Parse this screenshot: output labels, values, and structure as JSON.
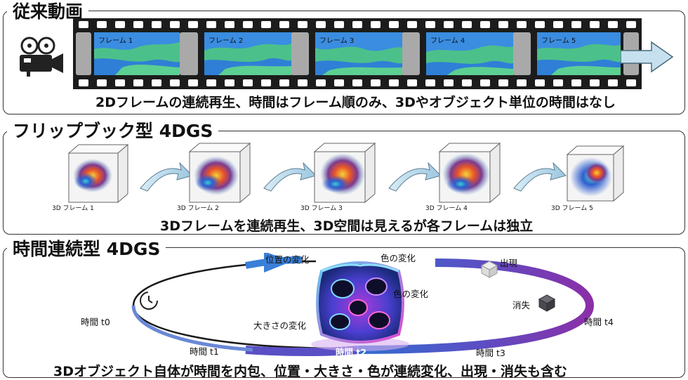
{
  "panels": {
    "traditional": {
      "title": "従来動画",
      "frames": [
        "フレーム 1",
        "フレーム 2",
        "フレーム 3",
        "フレーム 4",
        "フレーム 5"
      ],
      "caption": "2Dフレームの連続再生、時間はフレーム順のみ、3Dやオブジェクト単位の時間はなし",
      "icon": "video-camera-icon"
    },
    "flipbook": {
      "title": "フリップブック型 4DGS",
      "cubes": [
        "3D フレーム 1",
        "3D フレーム 2",
        "3D フレーム 3",
        "3D フレーム 4",
        "3D フレーム 5"
      ],
      "caption": "3Dフレームを連続再生、3D空間は見えるが各フレームは独立"
    },
    "continuous": {
      "title": "時間連続型 4DGS",
      "labels": {
        "position_change": "位置の変化",
        "color_change_top": "色の変化",
        "color_change_right": "色の変化",
        "size_change": "大きさの変化",
        "appear": "出現",
        "disappear": "消失"
      },
      "times": [
        "時間 t0",
        "時間 t1",
        "時間 t2",
        "時間 t3",
        "時間 t4"
      ],
      "caption": "3Dオブジェクト自体が時間を内包、位置・大きさ・色が連続変化、出現・消失も含む"
    }
  },
  "colors": {
    "film": "#1c1c1c",
    "sky": "#3a8de0",
    "land": "#4cc08a",
    "arrow": "#c6e0ef",
    "ring_start": "#2f6fd0",
    "ring_end": "#8a2fa8"
  }
}
